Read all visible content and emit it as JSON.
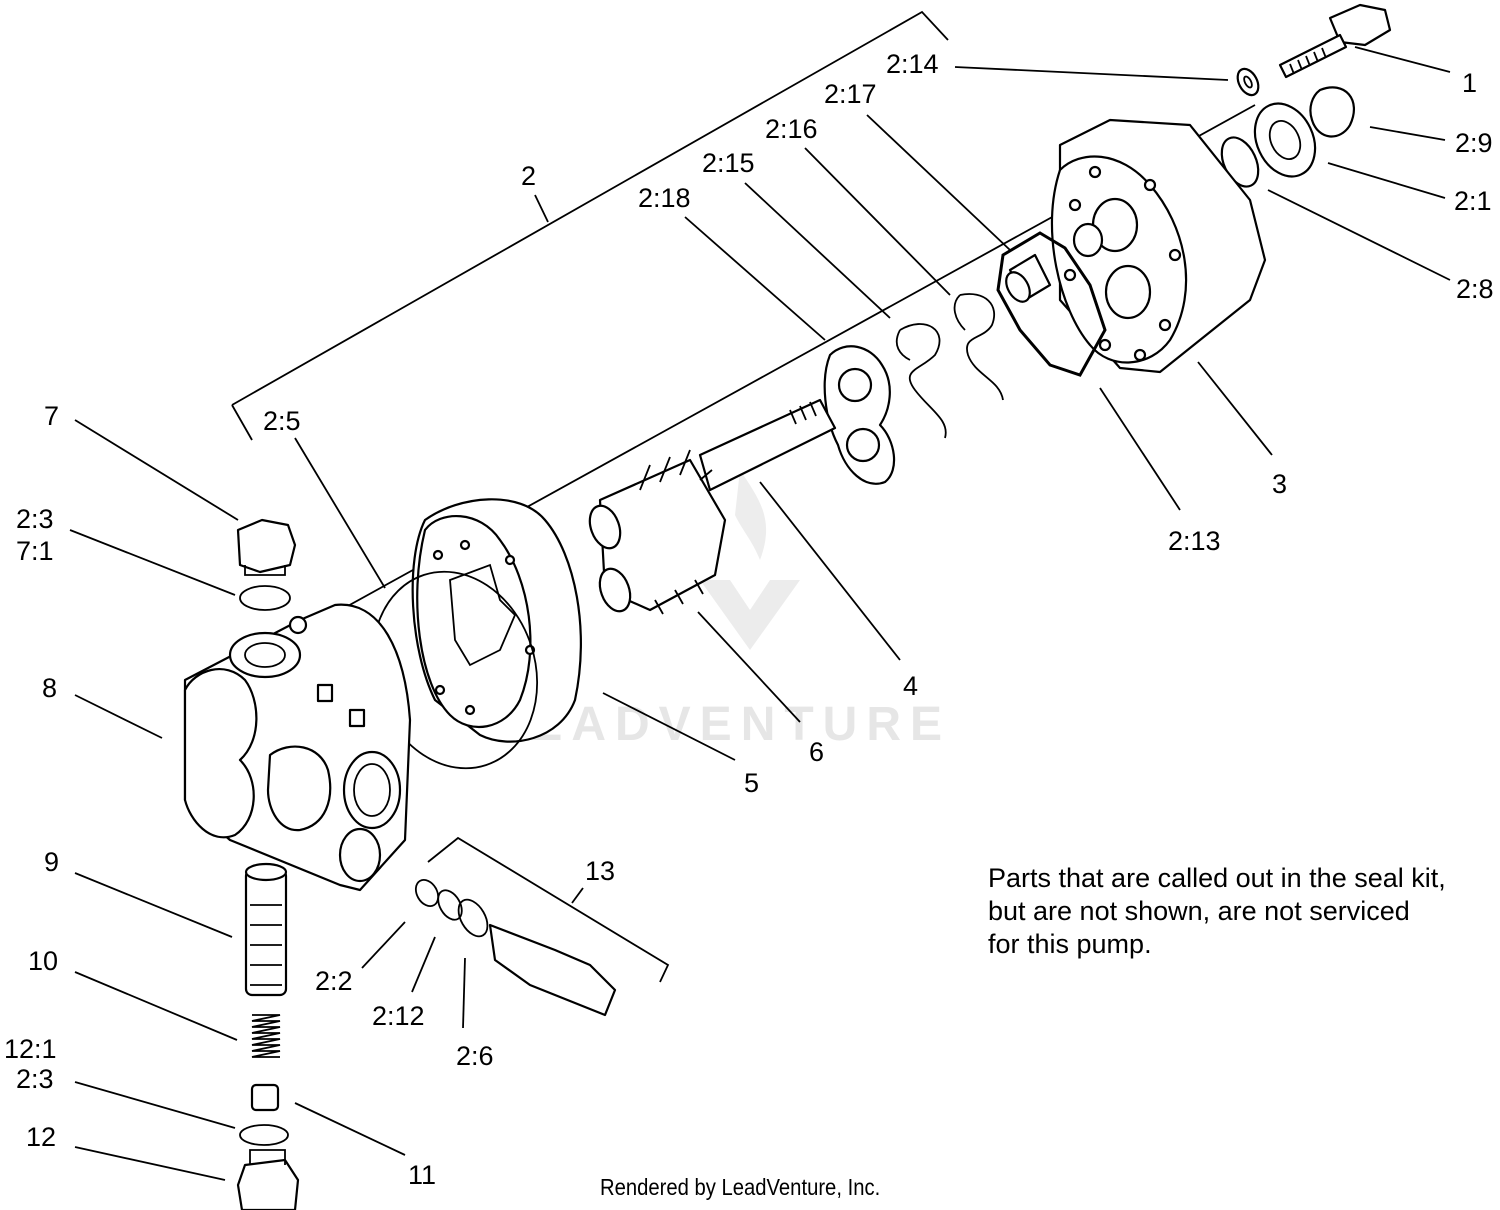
{
  "callouts": {
    "c1": "1",
    "c2": "2",
    "c2_1": "2:1",
    "c2_2": "2:2",
    "c2_3": "2:3",
    "c2_3b": "2:3",
    "c2_5": "2:5",
    "c2_6": "2:6",
    "c2_8": "2:8",
    "c2_9": "2:9",
    "c2_12": "2:12",
    "c2_13": "2:13",
    "c2_14": "2:14",
    "c2_15": "2:15",
    "c2_16": "2:16",
    "c2_17": "2:17",
    "c2_18": "2:18",
    "c3": "3",
    "c4": "4",
    "c5": "5",
    "c6": "6",
    "c7": "7",
    "c7_1": "7:1",
    "c8": "8",
    "c9": "9",
    "c10": "10",
    "c11": "11",
    "c12": "12",
    "c12_1": "12:1",
    "c13": "13"
  },
  "note": {
    "line1": "Parts that are called out in the seal kit,",
    "line2": "but are not shown, are not serviced",
    "line3": "for this pump."
  },
  "footer": "Rendered by LeadVenture, Inc.",
  "watermark": "LEADVENTURE"
}
